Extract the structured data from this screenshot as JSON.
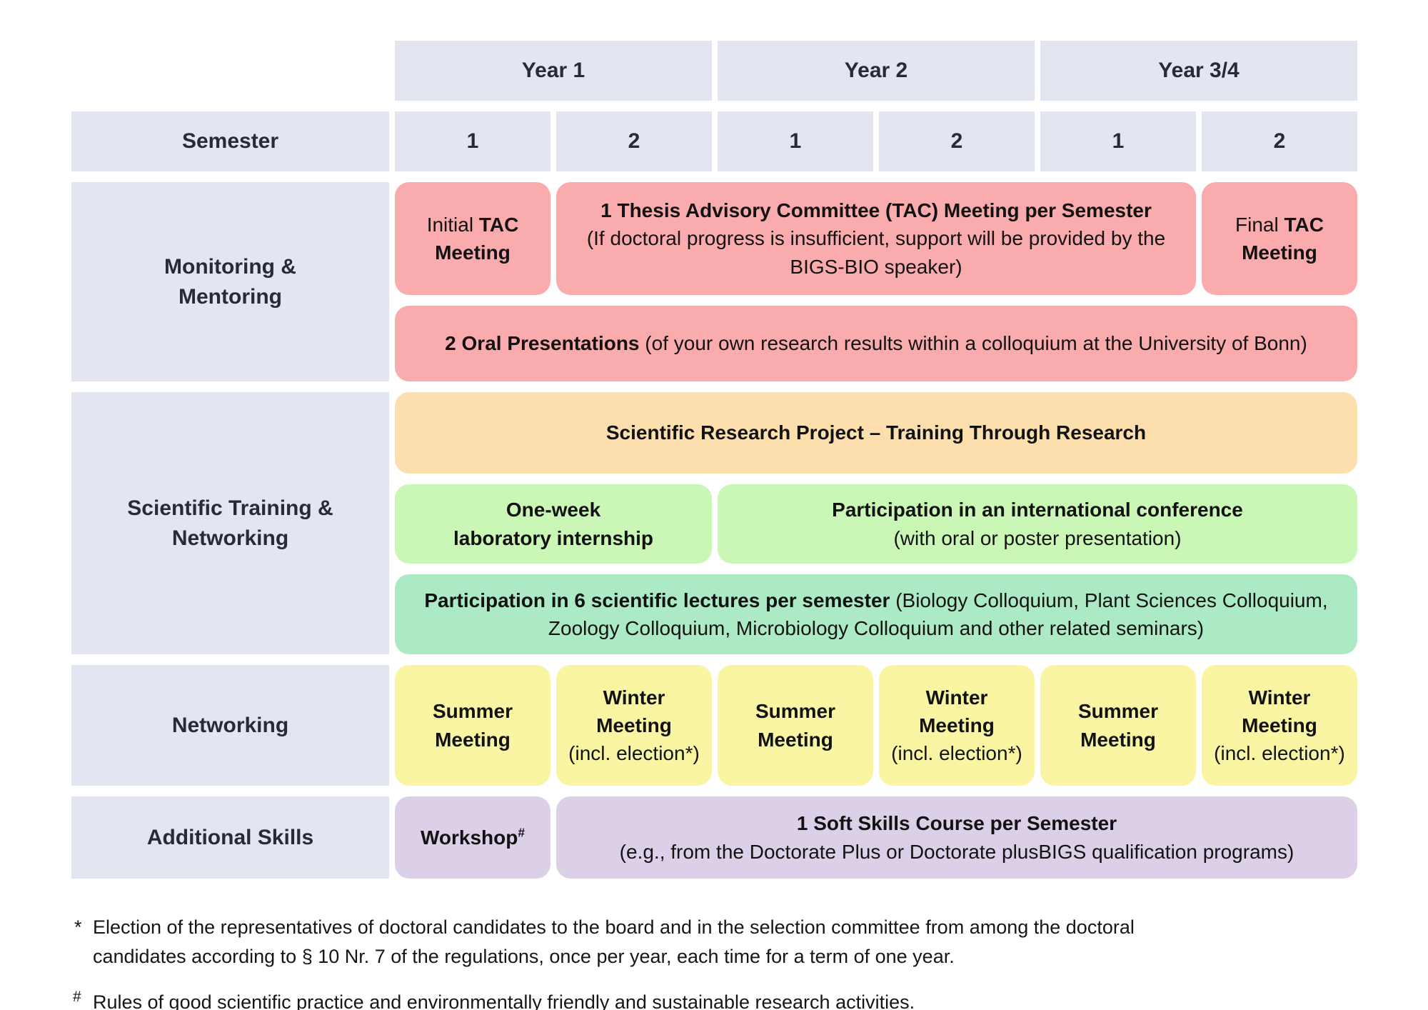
{
  "palette": {
    "header_bg": "#E3E6F0",
    "pink": "#FAABAE",
    "orange": "#FDDFAE",
    "green": "#CBF7B6",
    "mint": "#ABEAC4",
    "yellow": "#FAF5A3",
    "purple": "#DCD0E8",
    "header_text": "#262B3A",
    "cell_text": "#121212"
  },
  "header": {
    "years": [
      "Year 1",
      "Year 2",
      "Year 3/4"
    ],
    "semester_label": "Semester",
    "semesters": [
      "1",
      "2",
      "1",
      "2",
      "1",
      "2"
    ]
  },
  "row_labels": {
    "monitoring": {
      "line1": "Monitoring &",
      "line2": "Mentoring"
    },
    "scientific": {
      "line1": "Scientific Training &",
      "line2": "Networking"
    },
    "networking": {
      "line1": "Networking"
    },
    "additional": {
      "line1": "Additional Skills"
    }
  },
  "monitoring": {
    "initial_tac": {
      "pre": "Initial ",
      "bold": "TAC Meeting"
    },
    "tac_per_semester": {
      "bold": "1 Thesis Advisory Committee (TAC) Meeting per Semester",
      "rest": "(If doctoral progress is insufficient, support will be provided by the BIGS-BIO speaker)"
    },
    "final_tac": {
      "pre": "Final ",
      "bold": "TAC Meeting"
    },
    "oral_presentations": {
      "bold": "2 Oral Presentations",
      "rest": " (of your own research results within a colloquium at the University of Bonn)"
    }
  },
  "scientific": {
    "research_project": {
      "bold": "Scientific Research Project – Training Through Research"
    },
    "lab_internship": {
      "line1": "One-week",
      "line2": "laboratory internship"
    },
    "conference": {
      "bold": "Participation in an international conference",
      "rest": "(with oral or poster presentation)"
    },
    "lectures": {
      "bold": "Participation in 6 scientific lectures per semester",
      "rest": " (Biology Colloquium, Plant Sciences Colloquium, Zoology Colloquium, Microbiology Colloquium and other related seminars)"
    }
  },
  "networking": {
    "cells": [
      {
        "bold": "Summer Meeting"
      },
      {
        "bold": "Winter Meeting",
        "rest": "(incl. election*)"
      },
      {
        "bold": "Summer Meeting"
      },
      {
        "bold": "Winter Meeting",
        "rest": "(incl. election*)"
      },
      {
        "bold": "Summer Meeting"
      },
      {
        "bold": "Winter Meeting",
        "rest": "(incl. election*)"
      }
    ]
  },
  "additional": {
    "workshop": {
      "bold": "Workshop",
      "sup": "#"
    },
    "soft_skills": {
      "bold": "1 Soft Skills Course per Semester",
      "rest": "(e.g., from the Doctorate Plus or Doctorate plusBIGS qualification programs)"
    }
  },
  "footnotes": [
    {
      "marker": "*",
      "text": "Election of the representatives of doctoral candidates to the board and in the selection committee from among the doctoral candidates according to § 10 Nr. 7 of the regulations, once per year, each time for a term of one year."
    },
    {
      "marker": "#",
      "text": "Rules of good scientific practice and environmentally friendly and sustainable research activities."
    }
  ]
}
